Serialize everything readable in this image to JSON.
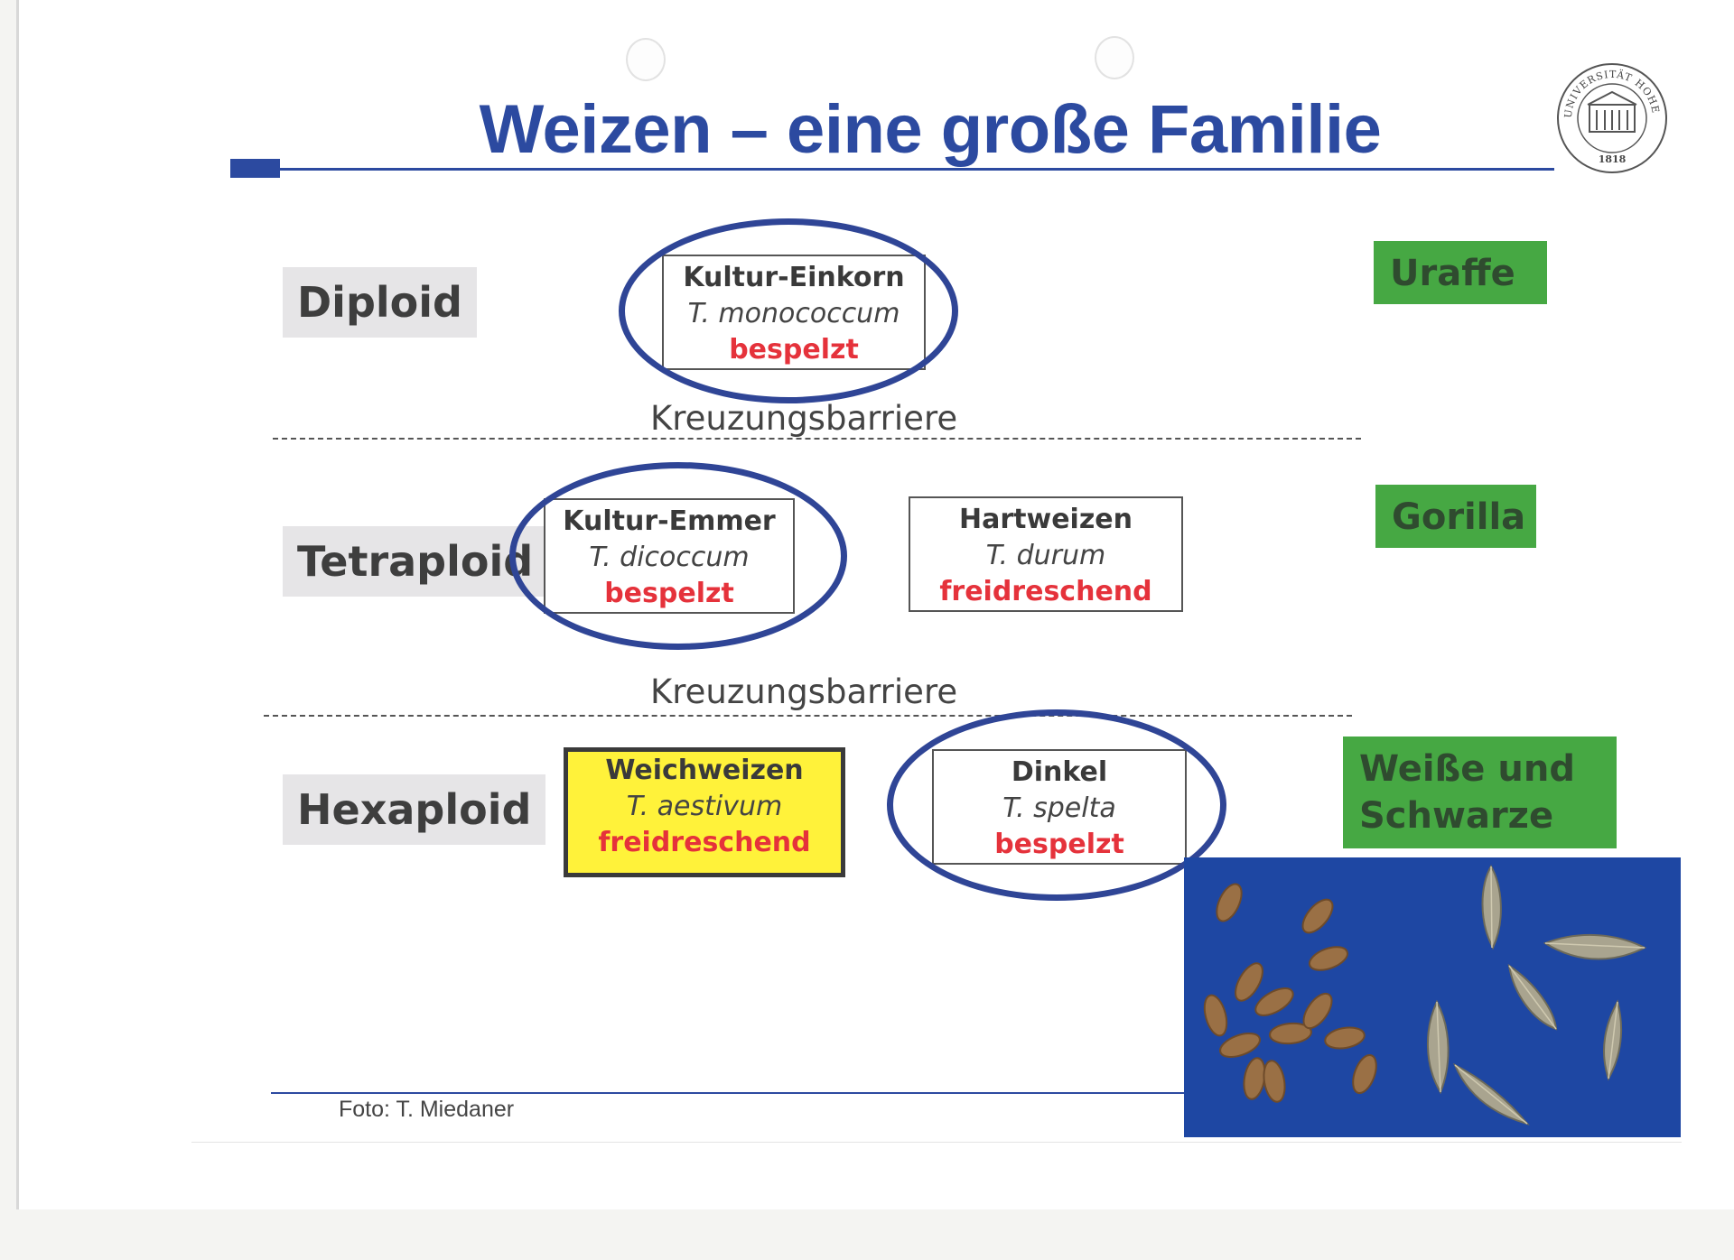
{
  "slide": {
    "title": "Weizen – eine große Familie",
    "credit": "Foto: T. Miedaner"
  },
  "seal": {
    "top_text": "UNIVERSITÄT HOHENHEIM",
    "year": "1818"
  },
  "levels": {
    "diploid": "Diploid",
    "tetraploid": "Tetraploid",
    "hexaploid": "Hexaploid"
  },
  "barriers": {
    "first": "Kreuzungsbarriere",
    "second": "Kreuzungsbarriere"
  },
  "species": {
    "einkorn": {
      "name": "Kultur-Einkorn",
      "latin": "T. monococcum",
      "trait": "bespelzt"
    },
    "emmer": {
      "name": "Kultur-Emmer",
      "latin": "T. dicoccum",
      "trait": "bespelzt"
    },
    "hartweizen": {
      "name": "Hartweizen",
      "latin": "T. durum",
      "trait": "freidreschend"
    },
    "weichweizen": {
      "name": "Weichweizen",
      "latin": "T. aestivum",
      "trait": "freidreschend"
    },
    "dinkel": {
      "name": "Dinkel",
      "latin": "T. spelta",
      "trait": "bespelzt"
    }
  },
  "analogies": {
    "diploid": "Uraffe",
    "tetraploid": "Gorilla",
    "hexaploid_line1": "Weiße und",
    "hexaploid_line2": "Schwarze"
  },
  "colors": {
    "title_blue": "#2c4aa0",
    "ring_blue": "#2f4596",
    "trait_red": "#e5323b",
    "analogy_green": "#46a843",
    "highlight_yellow": "#fff23a",
    "photo_background": "#1e47a3"
  }
}
